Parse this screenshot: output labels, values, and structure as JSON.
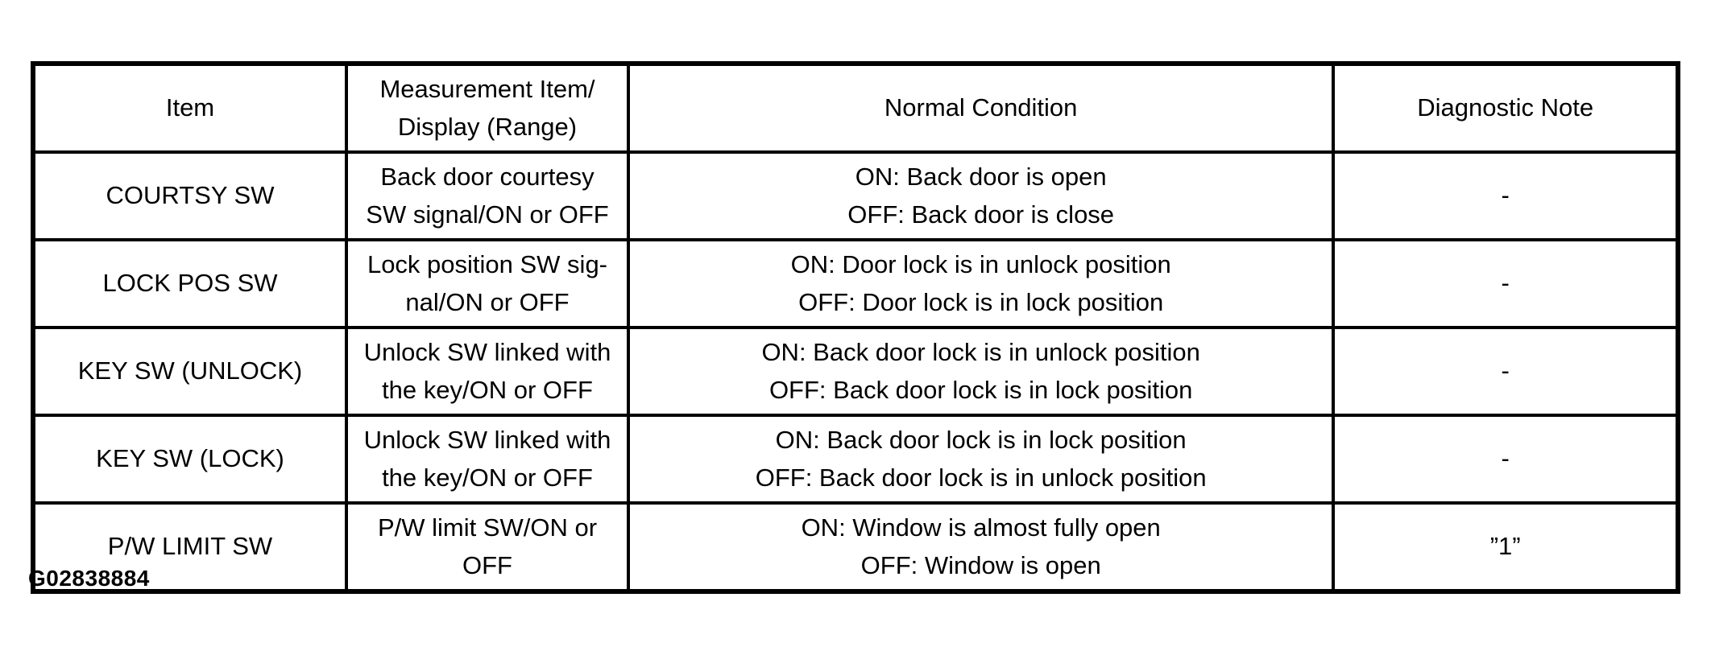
{
  "figure_id": "G02838884",
  "table": {
    "header": {
      "item": "Item",
      "measurement": "Measurement Item/\nDisplay (Range)",
      "normal": "Normal Condition",
      "note": "Diagnostic Note"
    },
    "rows": [
      {
        "item": "COURTSY SW",
        "measurement": "Back door courtesy\nSW signal/ON or OFF",
        "normal": "ON: Back door is open\nOFF: Back door is close",
        "note": "-"
      },
      {
        "item": "LOCK POS SW",
        "measurement": "Lock position SW sig-\nnal/ON or OFF",
        "normal": "ON: Door lock is in unlock position\nOFF: Door lock is in lock position",
        "note": "-"
      },
      {
        "item": "KEY SW (UNLOCK)",
        "measurement": "Unlock SW linked with\nthe key/ON or OFF",
        "normal": "ON: Back door lock is in unlock position\nOFF: Back door lock is in lock position",
        "note": "-"
      },
      {
        "item": "KEY SW (LOCK)",
        "measurement": "Unlock SW linked with\nthe key/ON or OFF",
        "normal": "ON: Back door lock is in lock position\nOFF: Back door lock is in unlock position",
        "note": "-"
      },
      {
        "item": "P/W LIMIT SW",
        "measurement": "P/W limit SW/ON or\nOFF",
        "normal": "ON: Window is almost fully open\nOFF: Window is open",
        "note": "”1”"
      }
    ]
  }
}
